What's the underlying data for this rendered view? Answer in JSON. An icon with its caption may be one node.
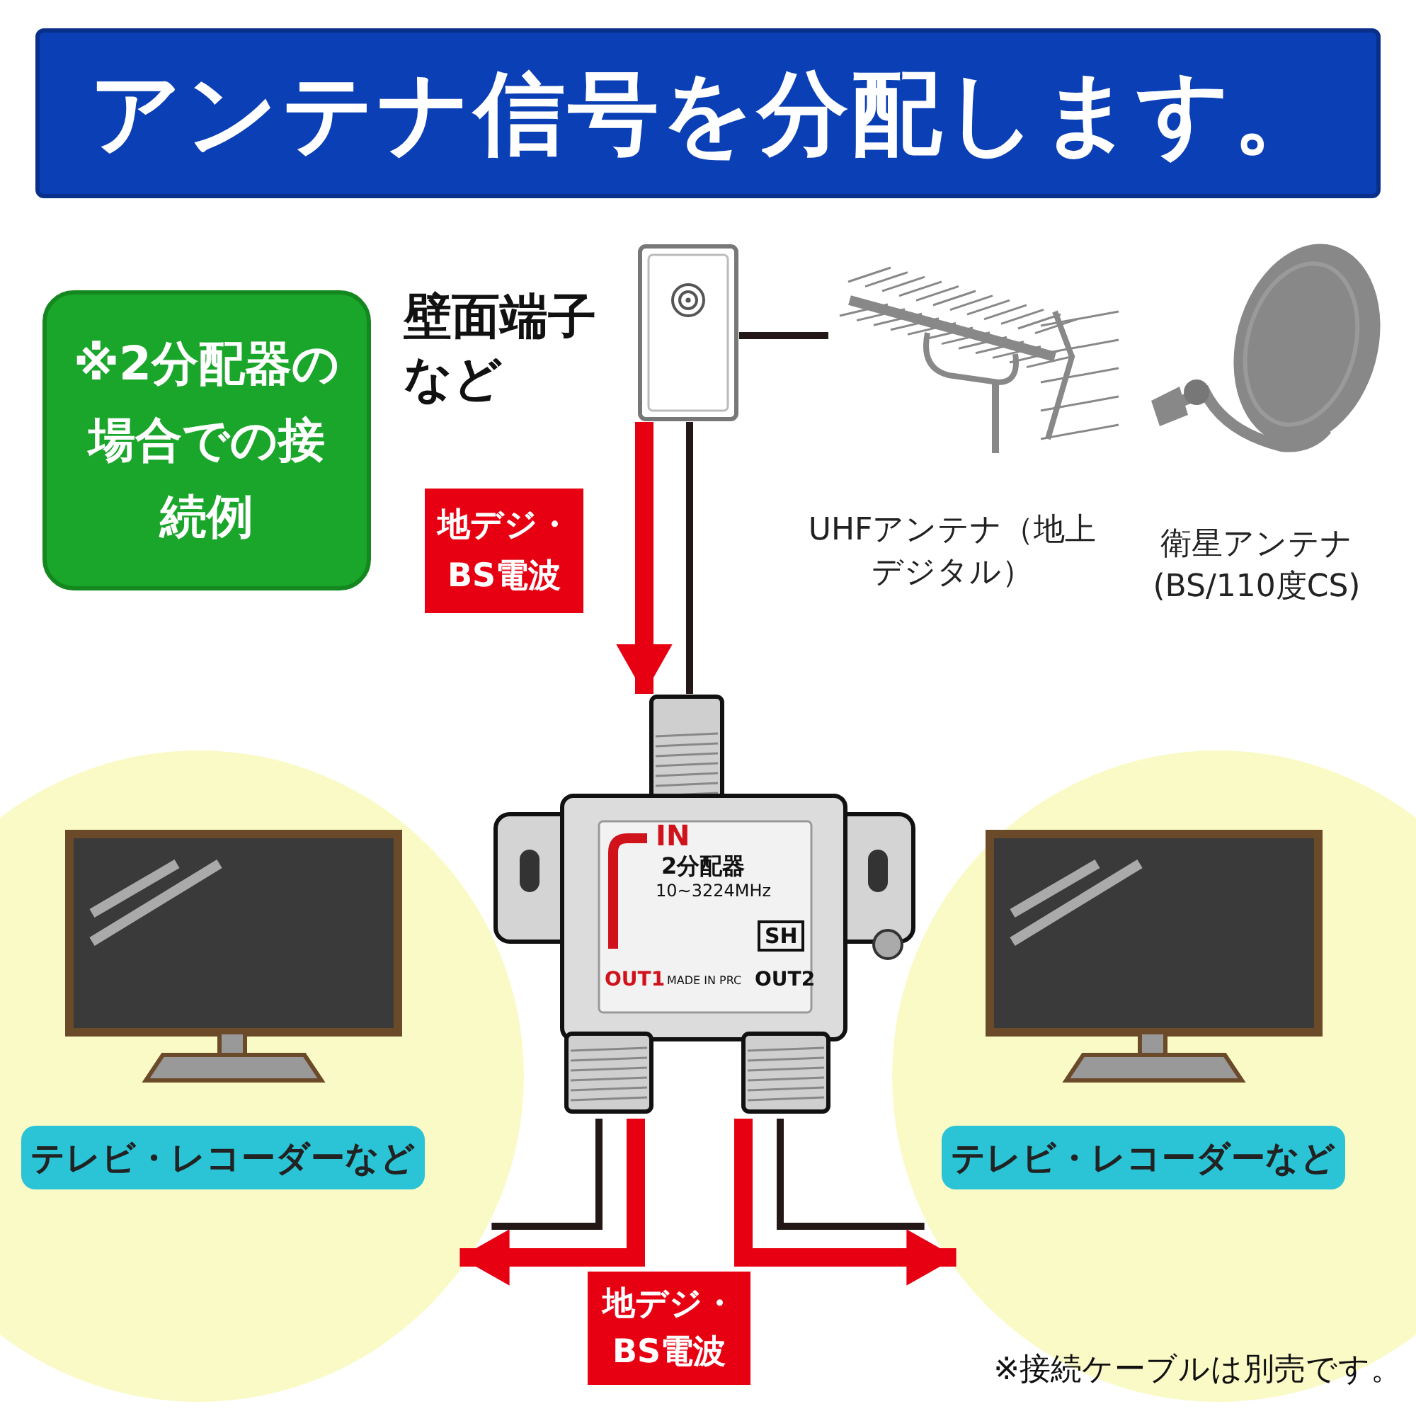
{
  "diagram": {
    "title": "アンテナ信号を分配します。",
    "nodes": [
      {
        "text": [
          "※2分配器の場合での接続例"
        ]
      },
      {
        "text": [],
        "shape": "picture",
        "beside": [
          "壁面端子など"
        ]
      },
      {
        "text": [],
        "shape": "picture",
        "beside": [
          "UHFアンテナ（地上デジタル）"
        ]
      },
      {
        "text": [],
        "shape": "picture",
        "beside": [
          "衛星アンテナ(BS/110度CS)"
        ]
      },
      {
        "text": [],
        "shape": "picture"
      },
      {
        "text": [],
        "shape": "circle"
      },
      {
        "text": [],
        "shape": "picture",
        "in": 5
      },
      {
        "text": [
          "テレビ・レコーダーなど"
        ],
        "in": 5
      },
      {
        "text": [],
        "shape": "circle"
      },
      {
        "text": [],
        "shape": "picture",
        "in": 8
      },
      {
        "text": [
          "テレビ・レコーダーなど"
        ],
        "in": 8
      }
    ],
    "edges": [
      {
        "from": 1,
        "to": 2,
        "arrow": "none"
      },
      {
        "from": 1,
        "to": 4,
        "arrow": "to",
        "label": "地デジ・BS電波",
        "style": "thick",
        "color": "#e60012"
      },
      {
        "from": 1,
        "to": 4,
        "arrow": "none"
      },
      {
        "from": 4,
        "to": 5,
        "arrow": "to",
        "style": "thick",
        "color": "#e60012"
      },
      {
        "from": 4,
        "to": 5,
        "arrow": "none"
      },
      {
        "from": 4,
        "to": 8,
        "arrow": "none"
      },
      {
        "from": 4,
        "to": 8,
        "arrow": "to",
        "style": "thick",
        "color": "#e60012"
      }
    ],
    "labels": [
      "IN",
      "2分配器",
      "10~3224MHz",
      "SH",
      "OUT1",
      "MADE IN PRC",
      "OUT2",
      "地デジ・BS電波",
      "※接続ケーブルは別売です。"
    ]
  }
}
